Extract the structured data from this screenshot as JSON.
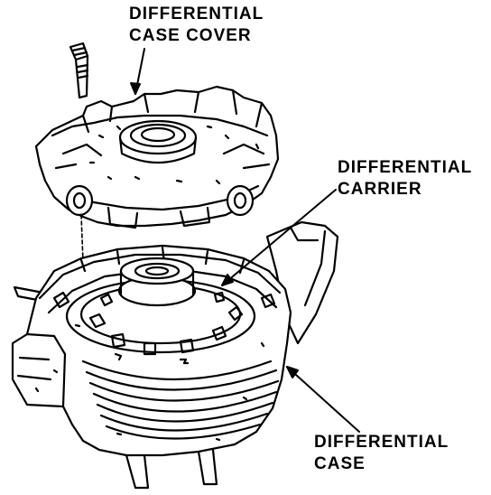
{
  "labels": {
    "case_cover": {
      "line1": "DIFFERENTIAL",
      "line2": "CASE COVER"
    },
    "carrier": {
      "line1": "DIFFERENTIAL",
      "line2": "CARRIER"
    },
    "case": {
      "line1": "DIFFERENTIAL",
      "line2": "CASE"
    }
  },
  "colors": {
    "ink": "#000000",
    "paper": "#ffffff"
  }
}
